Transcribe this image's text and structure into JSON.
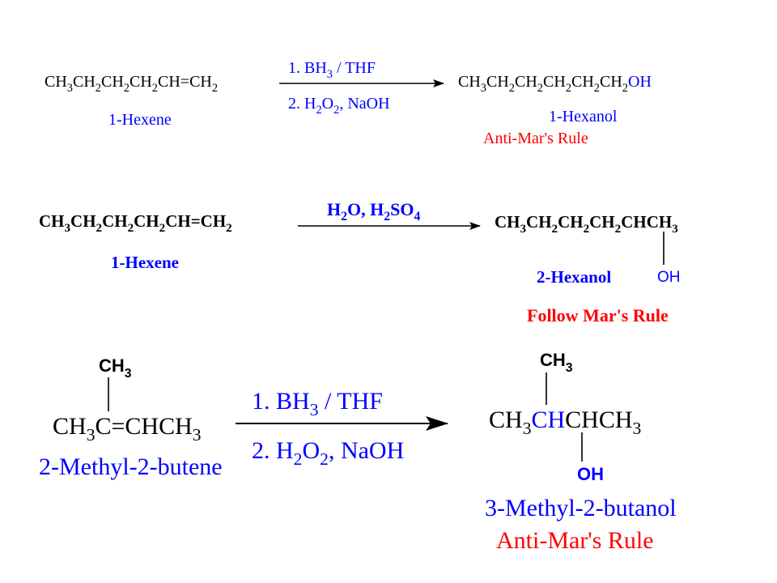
{
  "colors": {
    "black": "#000000",
    "blue": "#0000ff",
    "red": "#ff0000"
  },
  "reactions": [
    {
      "reactant": {
        "formula": [
          [
            "CH",
            ""
          ],
          [
            "3",
            "s"
          ],
          [
            "CH",
            ""
          ],
          [
            "2",
            "s"
          ],
          [
            "CH",
            ""
          ],
          [
            "2",
            "s"
          ],
          [
            "CH",
            ""
          ],
          [
            "2",
            "s"
          ],
          [
            "CH=CH",
            ""
          ],
          [
            "2",
            "s"
          ]
        ],
        "name": "1-Hexene"
      },
      "reagent_above": [
        [
          "1. BH",
          ""
        ],
        [
          "3",
          "s"
        ],
        [
          " / THF",
          ""
        ]
      ],
      "reagent_below": [
        [
          "2. H",
          ""
        ],
        [
          "2",
          "s"
        ],
        [
          "O",
          ""
        ],
        [
          "2",
          "s"
        ],
        [
          ", NaOH",
          ""
        ]
      ],
      "product": {
        "formula": [
          [
            "CH",
            ""
          ],
          [
            "3",
            "s"
          ],
          [
            "CH",
            ""
          ],
          [
            "2",
            "s"
          ],
          [
            "CH",
            ""
          ],
          [
            "2",
            "s"
          ],
          [
            "CH",
            ""
          ],
          [
            "2",
            "s"
          ],
          [
            "CH",
            ""
          ],
          [
            "2",
            "s"
          ],
          [
            "CH",
            ""
          ],
          [
            "2",
            "s"
          ],
          [
            "OH",
            "",
            1
          ]
        ],
        "name": "1-Hexanol"
      },
      "rule": "Anti-Mar's Rule"
    },
    {
      "reactant": {
        "formula": [
          [
            "CH",
            ""
          ],
          [
            "3",
            "s"
          ],
          [
            "CH",
            ""
          ],
          [
            "2",
            "s"
          ],
          [
            "CH",
            ""
          ],
          [
            "2",
            "s"
          ],
          [
            "CH",
            ""
          ],
          [
            "2",
            "s"
          ],
          [
            "CH=CH",
            ""
          ],
          [
            "2",
            "s"
          ]
        ],
        "name": "1-Hexene"
      },
      "reagent_above": [
        [
          "H",
          ""
        ],
        [
          "2",
          "s"
        ],
        [
          "O, H",
          ""
        ],
        [
          "2",
          "s"
        ],
        [
          "SO",
          ""
        ],
        [
          "4",
          "s"
        ]
      ],
      "product": {
        "formula": [
          [
            "CH",
            ""
          ],
          [
            "3",
            "s"
          ],
          [
            "CH",
            ""
          ],
          [
            "2",
            "s"
          ],
          [
            "CH",
            ""
          ],
          [
            "2",
            "s"
          ],
          [
            "CH",
            ""
          ],
          [
            "2",
            "s"
          ],
          [
            "CHCH",
            ""
          ],
          [
            "3",
            "s"
          ]
        ],
        "substituent": "OH",
        "name": "2-Hexanol"
      },
      "rule": "Follow Mar's Rule"
    },
    {
      "reactant": {
        "formula": [
          [
            "CH",
            ""
          ],
          [
            "3",
            "s"
          ],
          [
            "C=CHCH",
            ""
          ],
          [
            "3",
            "s"
          ]
        ],
        "substituent_above": [
          [
            "CH",
            ""
          ],
          [
            "3",
            "s"
          ]
        ],
        "name": "2-Methyl-2-butene"
      },
      "reagent_above": [
        [
          "1. BH",
          ""
        ],
        [
          "3",
          "s"
        ],
        [
          " / THF",
          ""
        ]
      ],
      "reagent_below": [
        [
          "2. H",
          ""
        ],
        [
          "2",
          "s"
        ],
        [
          "O",
          ""
        ],
        [
          "2",
          "s"
        ],
        [
          ", NaOH",
          ""
        ]
      ],
      "product": {
        "formula": [
          [
            "CH",
            ""
          ],
          [
            "3",
            "s"
          ],
          [
            "CH",
            "",
            1
          ],
          [
            "CHCH",
            ""
          ],
          [
            "3",
            "s"
          ]
        ],
        "substituent_above": [
          [
            "CH",
            ""
          ],
          [
            "3",
            "s"
          ]
        ],
        "substituent_below": "OH",
        "name": "3-Methyl-2-butanol"
      },
      "rule": "Anti-Mar's Rule"
    }
  ]
}
